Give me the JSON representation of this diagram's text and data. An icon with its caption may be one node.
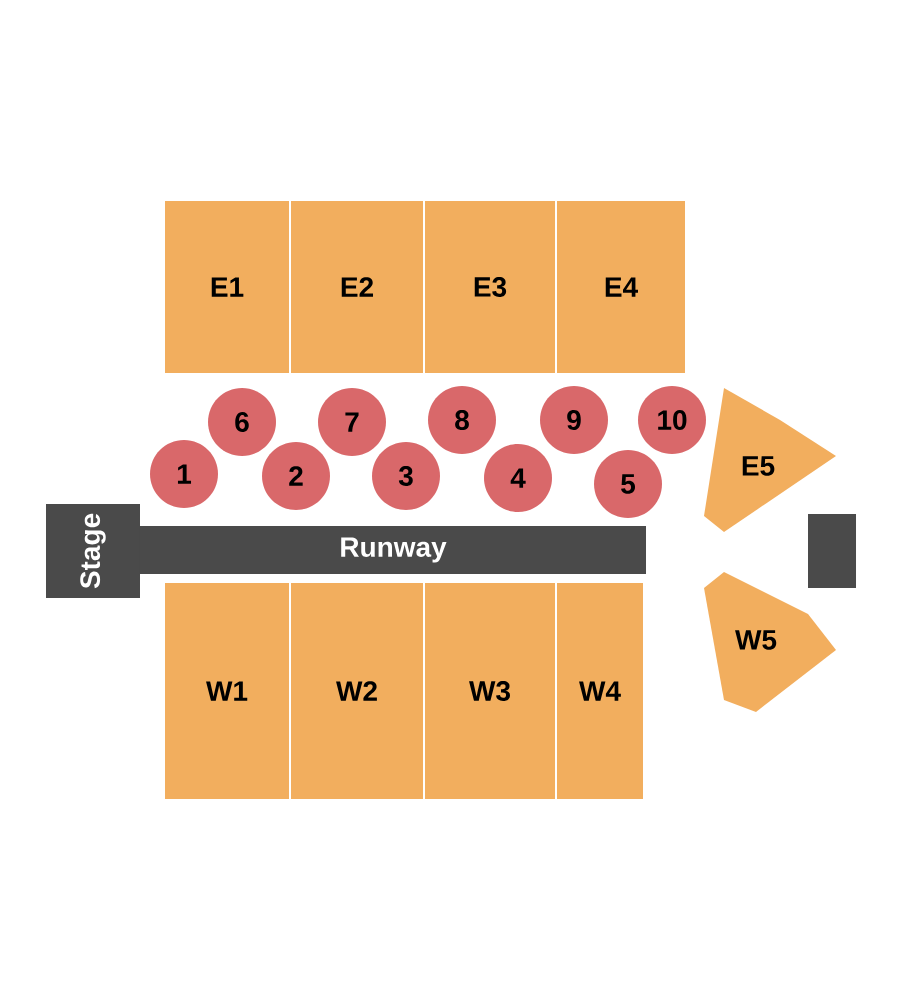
{
  "diagram": {
    "nodes": [
      {
        "text": [
          "E1"
        ]
      },
      {
        "text": [
          "E2"
        ]
      },
      {
        "text": [
          "E3"
        ]
      },
      {
        "text": [
          "E4"
        ]
      },
      {
        "text": [
          "6"
        ]
      },
      {
        "text": [
          "7"
        ]
      },
      {
        "text": [
          "8"
        ]
      },
      {
        "text": [
          "9"
        ]
      },
      {
        "text": [
          "10"
        ]
      },
      {
        "text": [
          "1"
        ]
      },
      {
        "text": [
          "2"
        ]
      },
      {
        "text": [
          "3"
        ]
      },
      {
        "text": [
          "4"
        ]
      },
      {
        "text": [
          "5"
        ]
      },
      {
        "text": [
          "E5"
        ]
      },
      {
        "text": [
          "Stage"
        ]
      },
      {
        "text": [
          "Runway"
        ]
      },
      {
        "text": [],
        "shape": "box"
      },
      {
        "text": [
          "W5"
        ]
      },
      {
        "text": [
          "W1"
        ]
      },
      {
        "text": [
          "W2"
        ]
      },
      {
        "text": [
          "W3"
        ]
      },
      {
        "text": [
          "W4"
        ]
      }
    ]
  }
}
